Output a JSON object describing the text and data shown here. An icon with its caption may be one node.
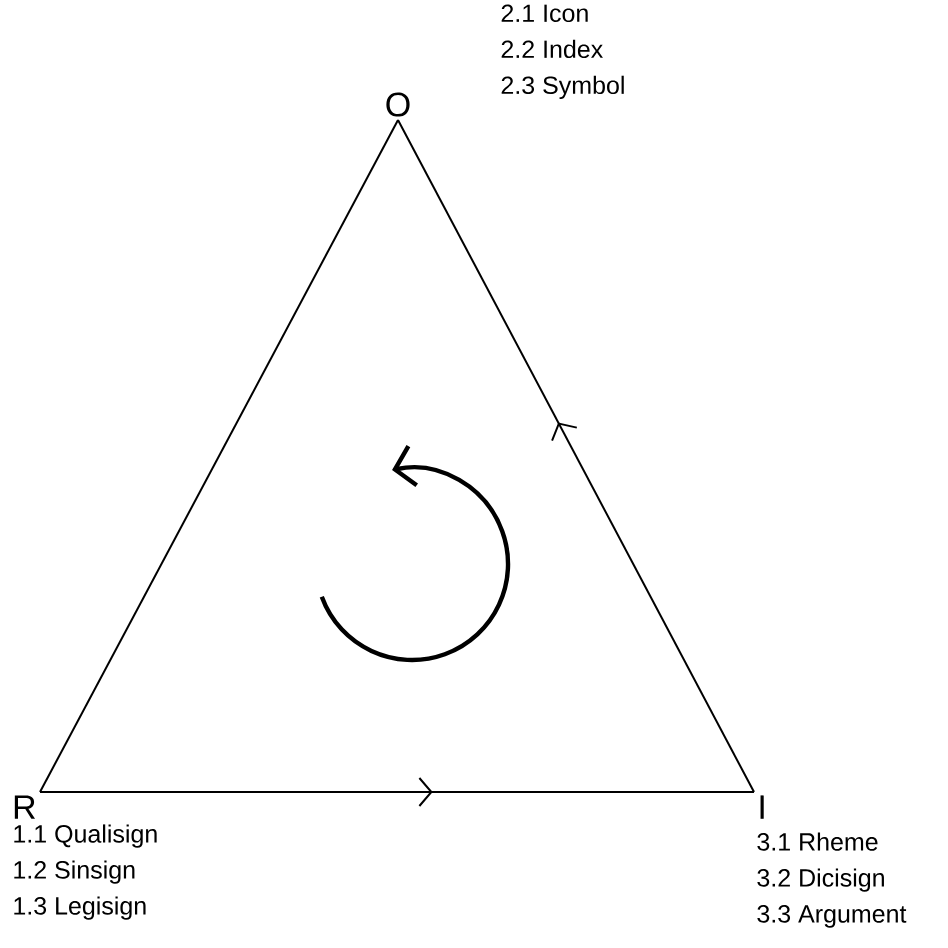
{
  "diagram": {
    "nodes": [
      {
        "text": [
          "O"
        ],
        "beside": [
          "2.1 Icon",
          "2.2 Index",
          "2.3 Symbol"
        ]
      },
      {
        "text": [
          "R"
        ],
        "beside": [
          "1.1 Qualisign",
          "1.2 Sinsign",
          "1.3 Legisign"
        ]
      },
      {
        "text": [
          "I"
        ],
        "beside": [
          "3.1 Rheme",
          "3.2 Dicisign",
          "3.3 Argument"
        ]
      }
    ],
    "edges": [
      {
        "from": 0,
        "to": 1,
        "arrow": "none"
      },
      {
        "from": 1,
        "to": 2,
        "arrow": "to"
      },
      {
        "from": 2,
        "to": 0,
        "arrow": "to"
      }
    ]
  }
}
